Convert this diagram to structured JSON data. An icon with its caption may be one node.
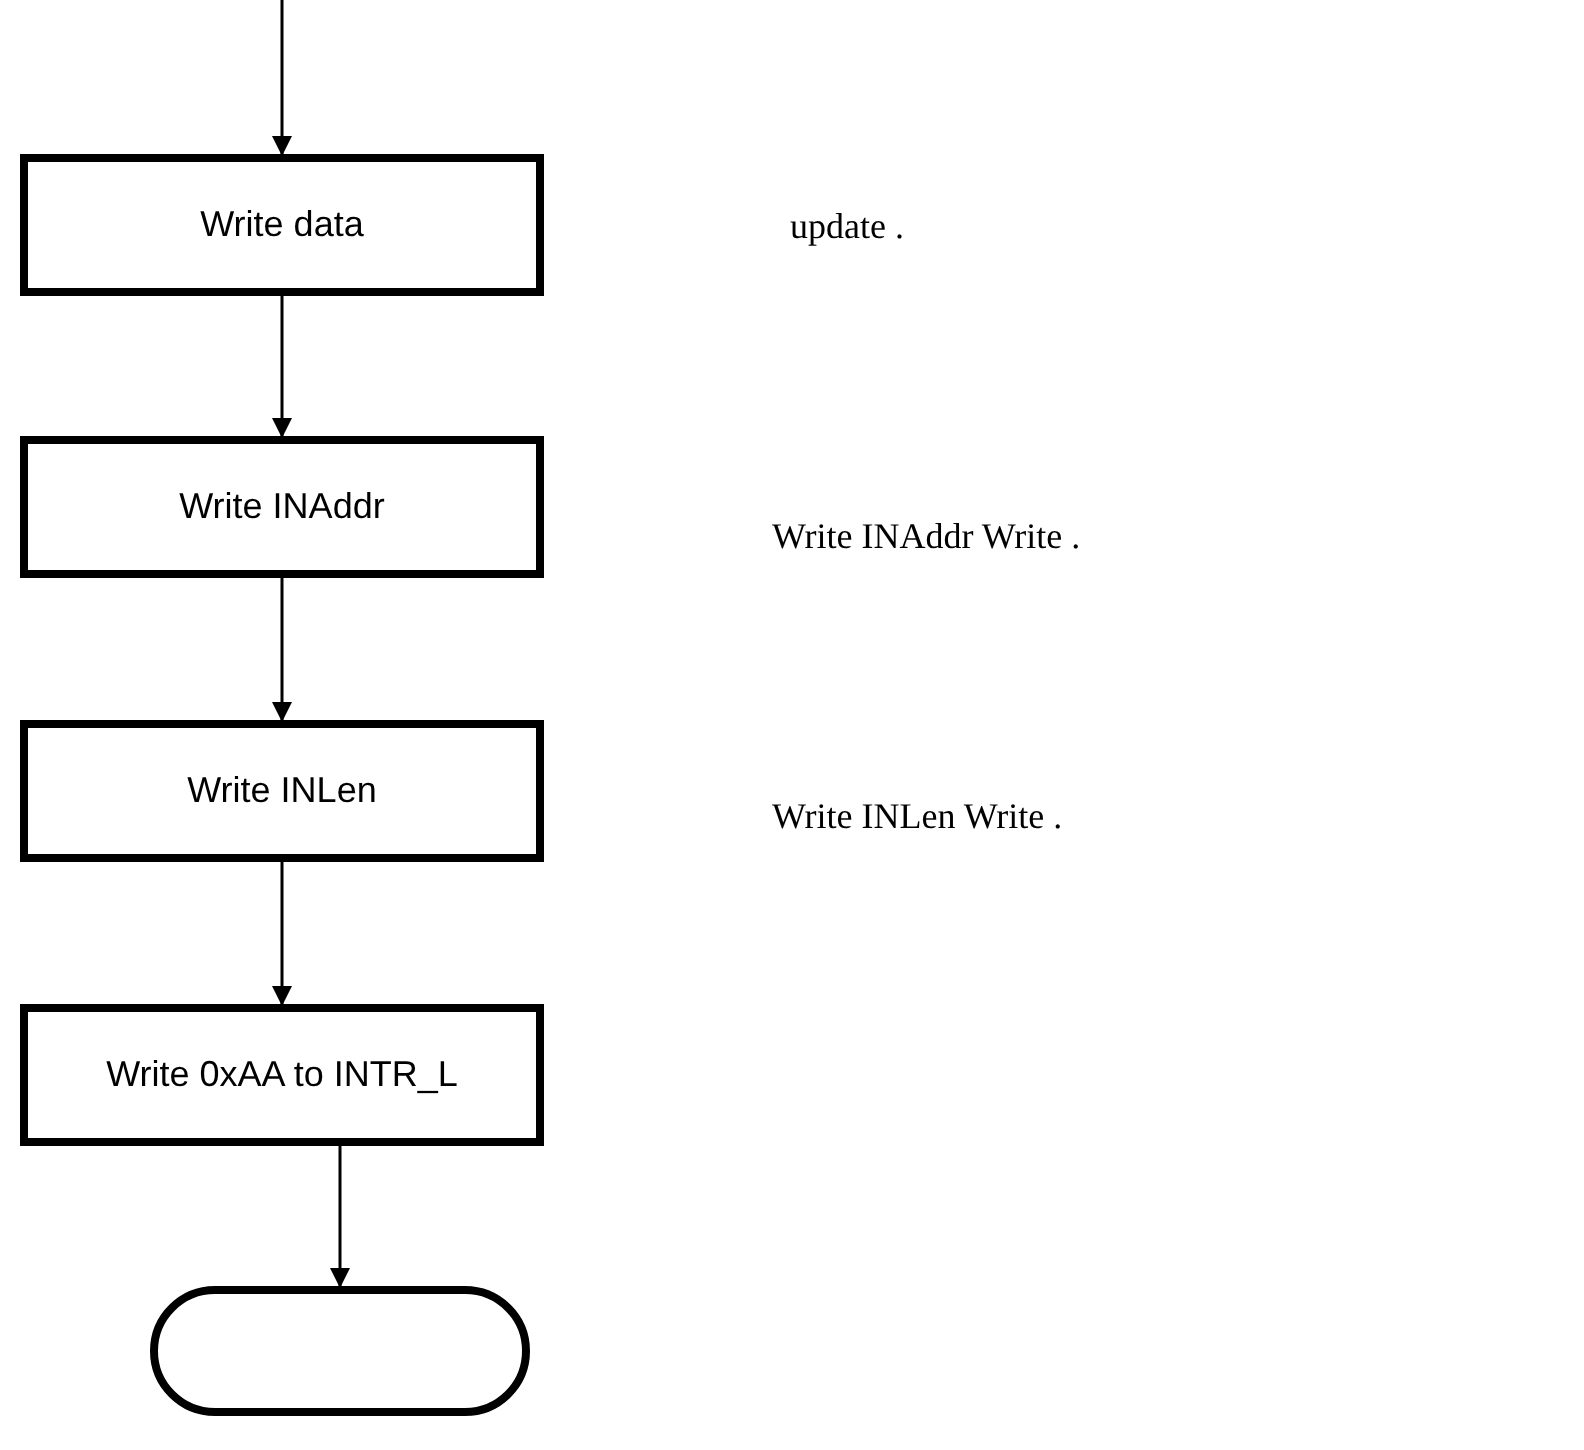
{
  "diagram": {
    "nodes": [
      {
        "text": [
          "Write data"
        ]
      },
      {
        "text": [
          "Write INAddr"
        ]
      },
      {
        "text": [
          "Write INLen"
        ]
      },
      {
        "text": [
          "Write 0xAA to INTR_L"
        ]
      },
      {
        "text": [],
        "shape": "stadium"
      }
    ],
    "edges": [
      {
        "from": null,
        "to": 0,
        "arrow": "to"
      },
      {
        "from": 0,
        "to": 1,
        "arrow": "to"
      },
      {
        "from": 1,
        "to": 2,
        "arrow": "to"
      },
      {
        "from": 2,
        "to": 3,
        "arrow": "to"
      },
      {
        "from": 3,
        "to": 4,
        "arrow": "to"
      }
    ],
    "labels": [
      "update .",
      "Write INAddr Write .",
      "Write INLen Write ."
    ]
  }
}
